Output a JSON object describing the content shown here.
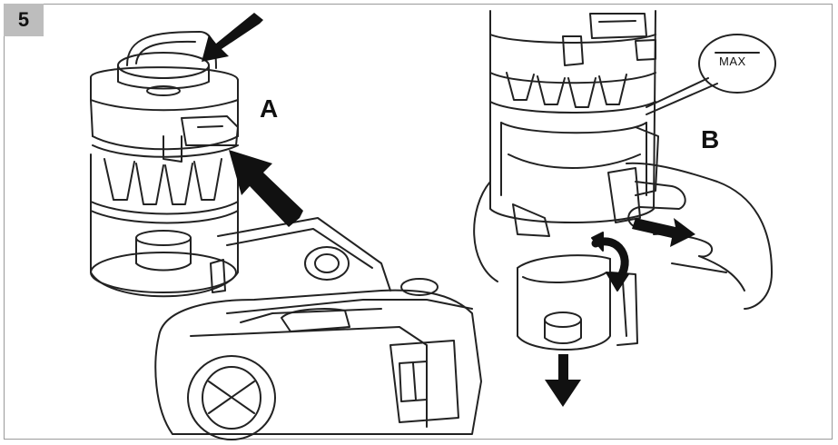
{
  "step": {
    "number": "5"
  },
  "labels": {
    "a": "A",
    "b": "B"
  },
  "max_callout": {
    "text": "MAX"
  },
  "colors": {
    "line": "#222222",
    "frame": "#9a9a9a",
    "step_box": "#bdbdbd",
    "arrow": "#111111"
  }
}
